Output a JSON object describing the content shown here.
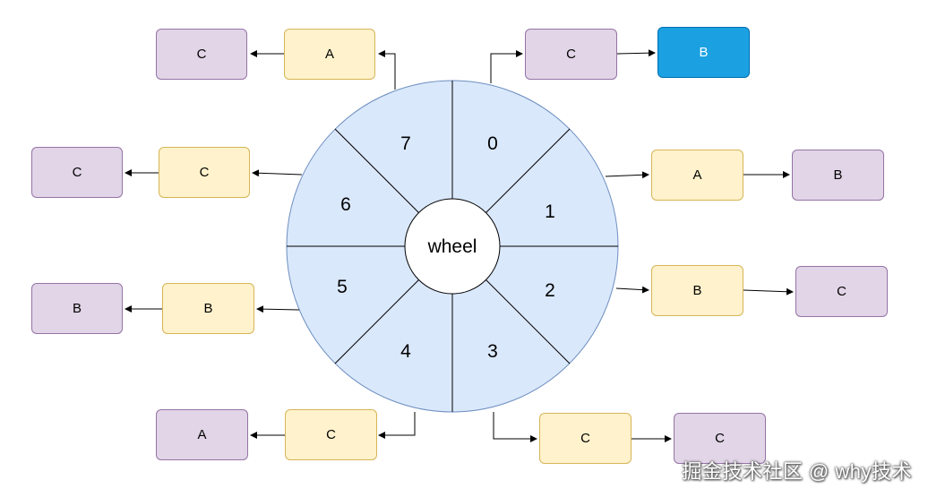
{
  "center_label": "wheel",
  "slots": [
    "0",
    "1",
    "2",
    "3",
    "4",
    "5",
    "6",
    "7"
  ],
  "chains": {
    "slot0": [
      "C",
      "B"
    ],
    "slot1": [
      "A",
      "B"
    ],
    "slot2": [
      "B",
      "C"
    ],
    "slot3": [
      "C",
      "C"
    ],
    "slot4": [
      "C",
      "A"
    ],
    "slot5": [
      "B",
      "B"
    ],
    "slot6": [
      "C",
      "C"
    ],
    "slot7": [
      "A",
      "C"
    ]
  },
  "colors": {
    "wheel_fill": "#dae8fc",
    "wheel_stroke": "#6c8ebf",
    "task_fill": "#fff2cc",
    "next_fill": "#e1d5e7",
    "highlight_fill": "#1ba1e2"
  },
  "watermark": "掘金技术社区 @ why技术"
}
